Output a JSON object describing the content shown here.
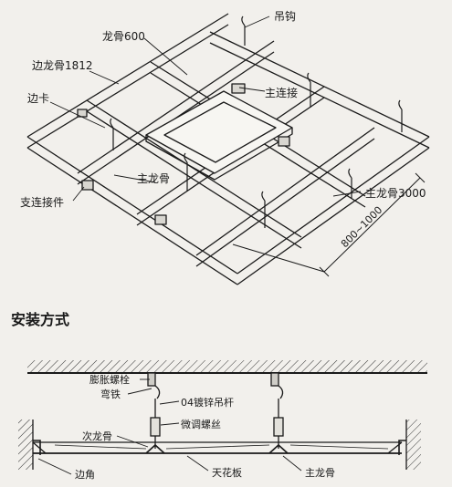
{
  "top_diagram": {
    "labels": {
      "hanger_hook": "吊钩",
      "keel_600": "龙骨600",
      "edge_keel_1812": "边龙骨1812",
      "edge_clip": "边卡",
      "main_connector": "主连接",
      "main_keel": "主龙骨",
      "support_connector": "支连接件",
      "main_keel_3000": "主龙骨3000",
      "dimension": "800~1000"
    }
  },
  "section_title": "安装方式",
  "bottom_diagram": {
    "labels": {
      "expansion_bolt": "膨胀螺栓",
      "bent_iron": "弯铁",
      "galvanized_rod": "04镀锌吊杆",
      "fine_adjust_screw": "微调螺丝",
      "secondary_keel": "次龙骨",
      "edge_angle": "边角",
      "ceiling_panel": "天花板",
      "main_keel": "主龙骨"
    }
  },
  "colors": {
    "background": "#f2f0ec",
    "ink": "#1a1a1a"
  }
}
